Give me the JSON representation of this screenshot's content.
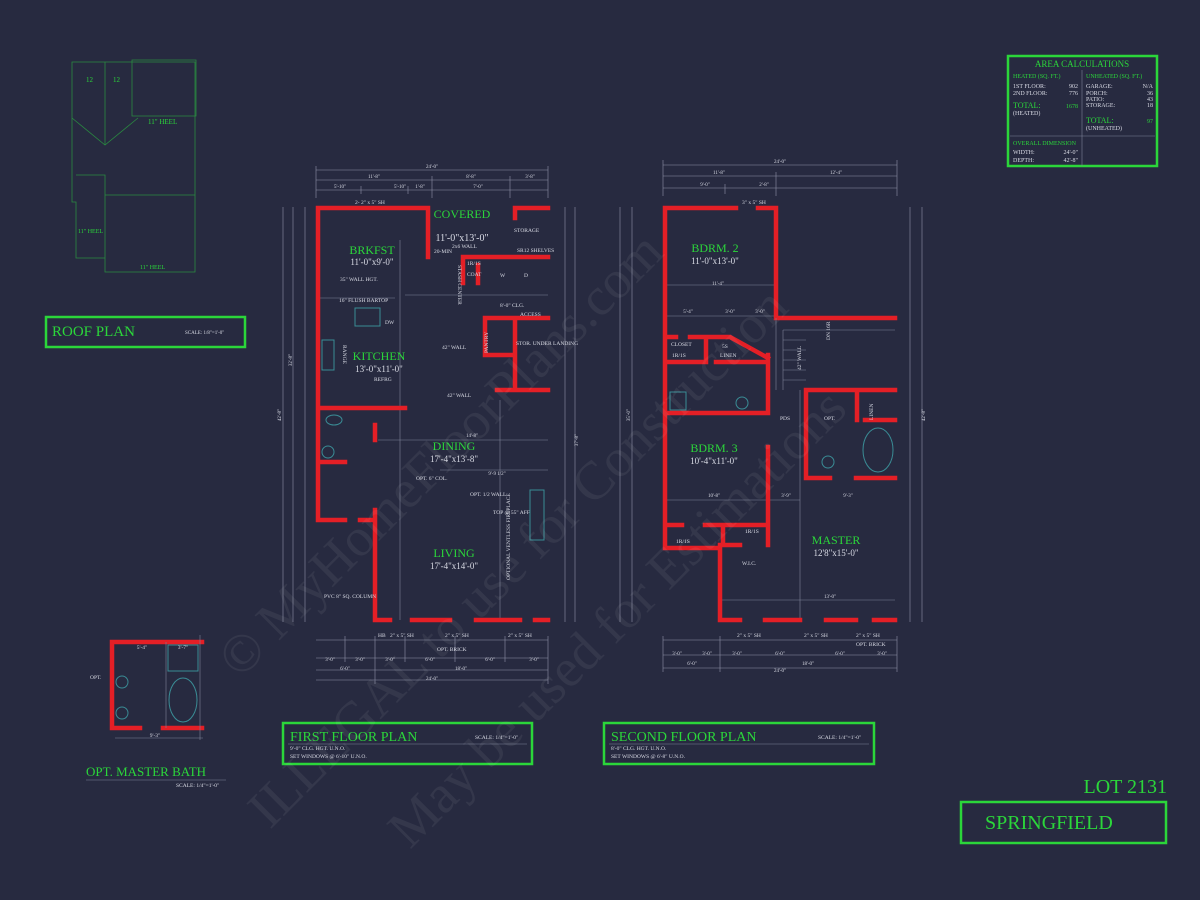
{
  "area_calculations": {
    "title": "AREA CALCULATIONS",
    "heated_header": "HEATED (SQ. FT.)",
    "heated_rows": [
      {
        "label": "1ST FLOOR:",
        "value": "902"
      },
      {
        "label": "2ND FLOOR:",
        "value": "776"
      }
    ],
    "heated_total_label": "TOTAL:",
    "heated_total_value": "1678",
    "heated_total_note": "(HEATED)",
    "unheated_header": "UNHEATED (SQ. FT.)",
    "unheated_rows": [
      {
        "label": "GARAGE:",
        "value": "N/A"
      },
      {
        "label": "PORCH:",
        "value": "36"
      },
      {
        "label": "PATIO:",
        "value": "43"
      },
      {
        "label": "STORAGE:",
        "value": "18"
      }
    ],
    "unheated_total_label": "TOTAL:",
    "unheated_total_value": "97",
    "unheated_total_note": "(UNHEATED)",
    "overall_header": "OVERALL DIMENSION",
    "width_label": "WIDTH:",
    "width_value": "24'-0\"",
    "depth_label": "DEPTH:",
    "depth_value": "42'-8\""
  },
  "roof_plan": {
    "title": "ROOF PLAN",
    "scale": "SCALE: 1/8\"=1'-0\"",
    "heel_notes": [
      "11\" HEEL",
      "11\" HEEL",
      "11\" HEEL"
    ],
    "pitch": "12"
  },
  "first_floor": {
    "title": "FIRST FLOOR PLAN",
    "scale": "SCALE: 1/4\"=1'-0\"",
    "notes": [
      "9'-0\" CLG. HGT. U.N.O.",
      "SET WINDOWS @ 6'-10\" U.N.O."
    ],
    "rooms": [
      {
        "name": "COVERED",
        "size": "11'-0\"x13'-0\""
      },
      {
        "name": "BRKFST",
        "size": "11'-0\"x9'-0\""
      },
      {
        "name": "KITCHEN",
        "size": "13'-0\"x11'-0\""
      },
      {
        "name": "DINING",
        "size": "17'-4\"x13'-8\""
      },
      {
        "name": "LIVING",
        "size": "17'-4\"x14'-0\""
      }
    ],
    "labels": [
      "STORAGE",
      "SR12 SHELVES",
      "2x6 WALL",
      "20-MIN",
      "1R/1S",
      "COAT",
      "W",
      "D",
      "STASH CENTER",
      "35\" WALL HGT.",
      "16\" FLUSH BARTOP",
      "DW",
      "RANGE",
      "REFRG",
      "8'-0\" CLG.",
      "ACCESS",
      "PANTRY",
      "STOR. UNDER LANDING",
      "42\" WALL",
      "42\" WALL",
      "OPT. 6\" COL.",
      "OPT. 1/2 WALL",
      "TOP @ 55\" AFF",
      "OPTIONAL VENTLESS FIREPLACE",
      "PVC 8\" SQ. COLUMN",
      "HB",
      "2\" x 5\" SH",
      "2\" x 5\" SH",
      "2\" x 5\" SH",
      "OPT. BRICK",
      "2- 2\" x 5\" SH"
    ],
    "dims": [
      "24'-0\"",
      "11'-8\"",
      "8'-8\"",
      "3'-8\"",
      "5'-10\"",
      "5'-10\"",
      "1'-8\"",
      "7'-0\"",
      "14'-8\"",
      "9'-9 1/2\"",
      "3'-0\"",
      "3'-0\"",
      "3'-0\"",
      "6'-0\"",
      "6'-0\"",
      "3'-0\"",
      "6'-0\"",
      "18'-0\"",
      "24'-0\"",
      "42'-8\"",
      "37'-8\"",
      "32'-8\""
    ]
  },
  "second_floor": {
    "title": "SECOND FLOOR PLAN",
    "scale": "SCALE: 1/4\"=1'-0\"",
    "notes": [
      "8'-0\" CLG. HGT. U.N.O.",
      "SET WINDOWS @ 6'-8\" U.N.O."
    ],
    "rooms": [
      {
        "name": "BDRM. 2",
        "size": "11'-0\"x13'-0\""
      },
      {
        "name": "BDRM. 3",
        "size": "10'-4\"x11'-0\""
      },
      {
        "name": "MASTER",
        "size": "12'8\"x15'-0\""
      }
    ],
    "labels": [
      "CLOSET",
      "1R/1S",
      "5S",
      "LINEN",
      "42\" WALL",
      "DN 16R",
      "PDS",
      "OPT.",
      "LINEN",
      "1R/1S",
      "1R/1S",
      "W.I.C.",
      "2\" x 5\" SH",
      "2\" x 5\" SH",
      "2\" x 5\" SH",
      "OPT. BRICK",
      "3\" x 5\" SH"
    ],
    "dims": [
      "24'-0\"",
      "11'-8\"",
      "12'-4\"",
      "9'-0\"",
      "2'-8\"",
      "11'-4\"",
      "5'-4\"",
      "3'-0\"",
      "3'-0\"",
      "10'-8\"",
      "3'-9\"",
      "9'-3\"",
      "13'-0\"",
      "3'-0\"",
      "3'-0\"",
      "3'-0\"",
      "6'-0\"",
      "6'-0\"",
      "3'-0\"",
      "6'-0\"",
      "18'-0\"",
      "24'-0\"",
      "42'-8\"",
      "35'-0\""
    ]
  },
  "opt_master_bath": {
    "title": "OPT. MASTER BATH",
    "scale": "SCALE: 1/4\"=1'-0\"",
    "labels": [
      "OPT.",
      "5'-4\"",
      "3'-7\"",
      "9'-3\""
    ]
  },
  "lot": {
    "number": "LOT 2131",
    "name": "SPRINGFIELD"
  },
  "watermark": [
    "© MyHomeFloorPlans.com",
    "ILLEGAL to use for Construction",
    "May be used for Estimations"
  ],
  "colors": {
    "background": "#272a40",
    "wall": "#e41f26",
    "accent": "#2bd63a"
  }
}
